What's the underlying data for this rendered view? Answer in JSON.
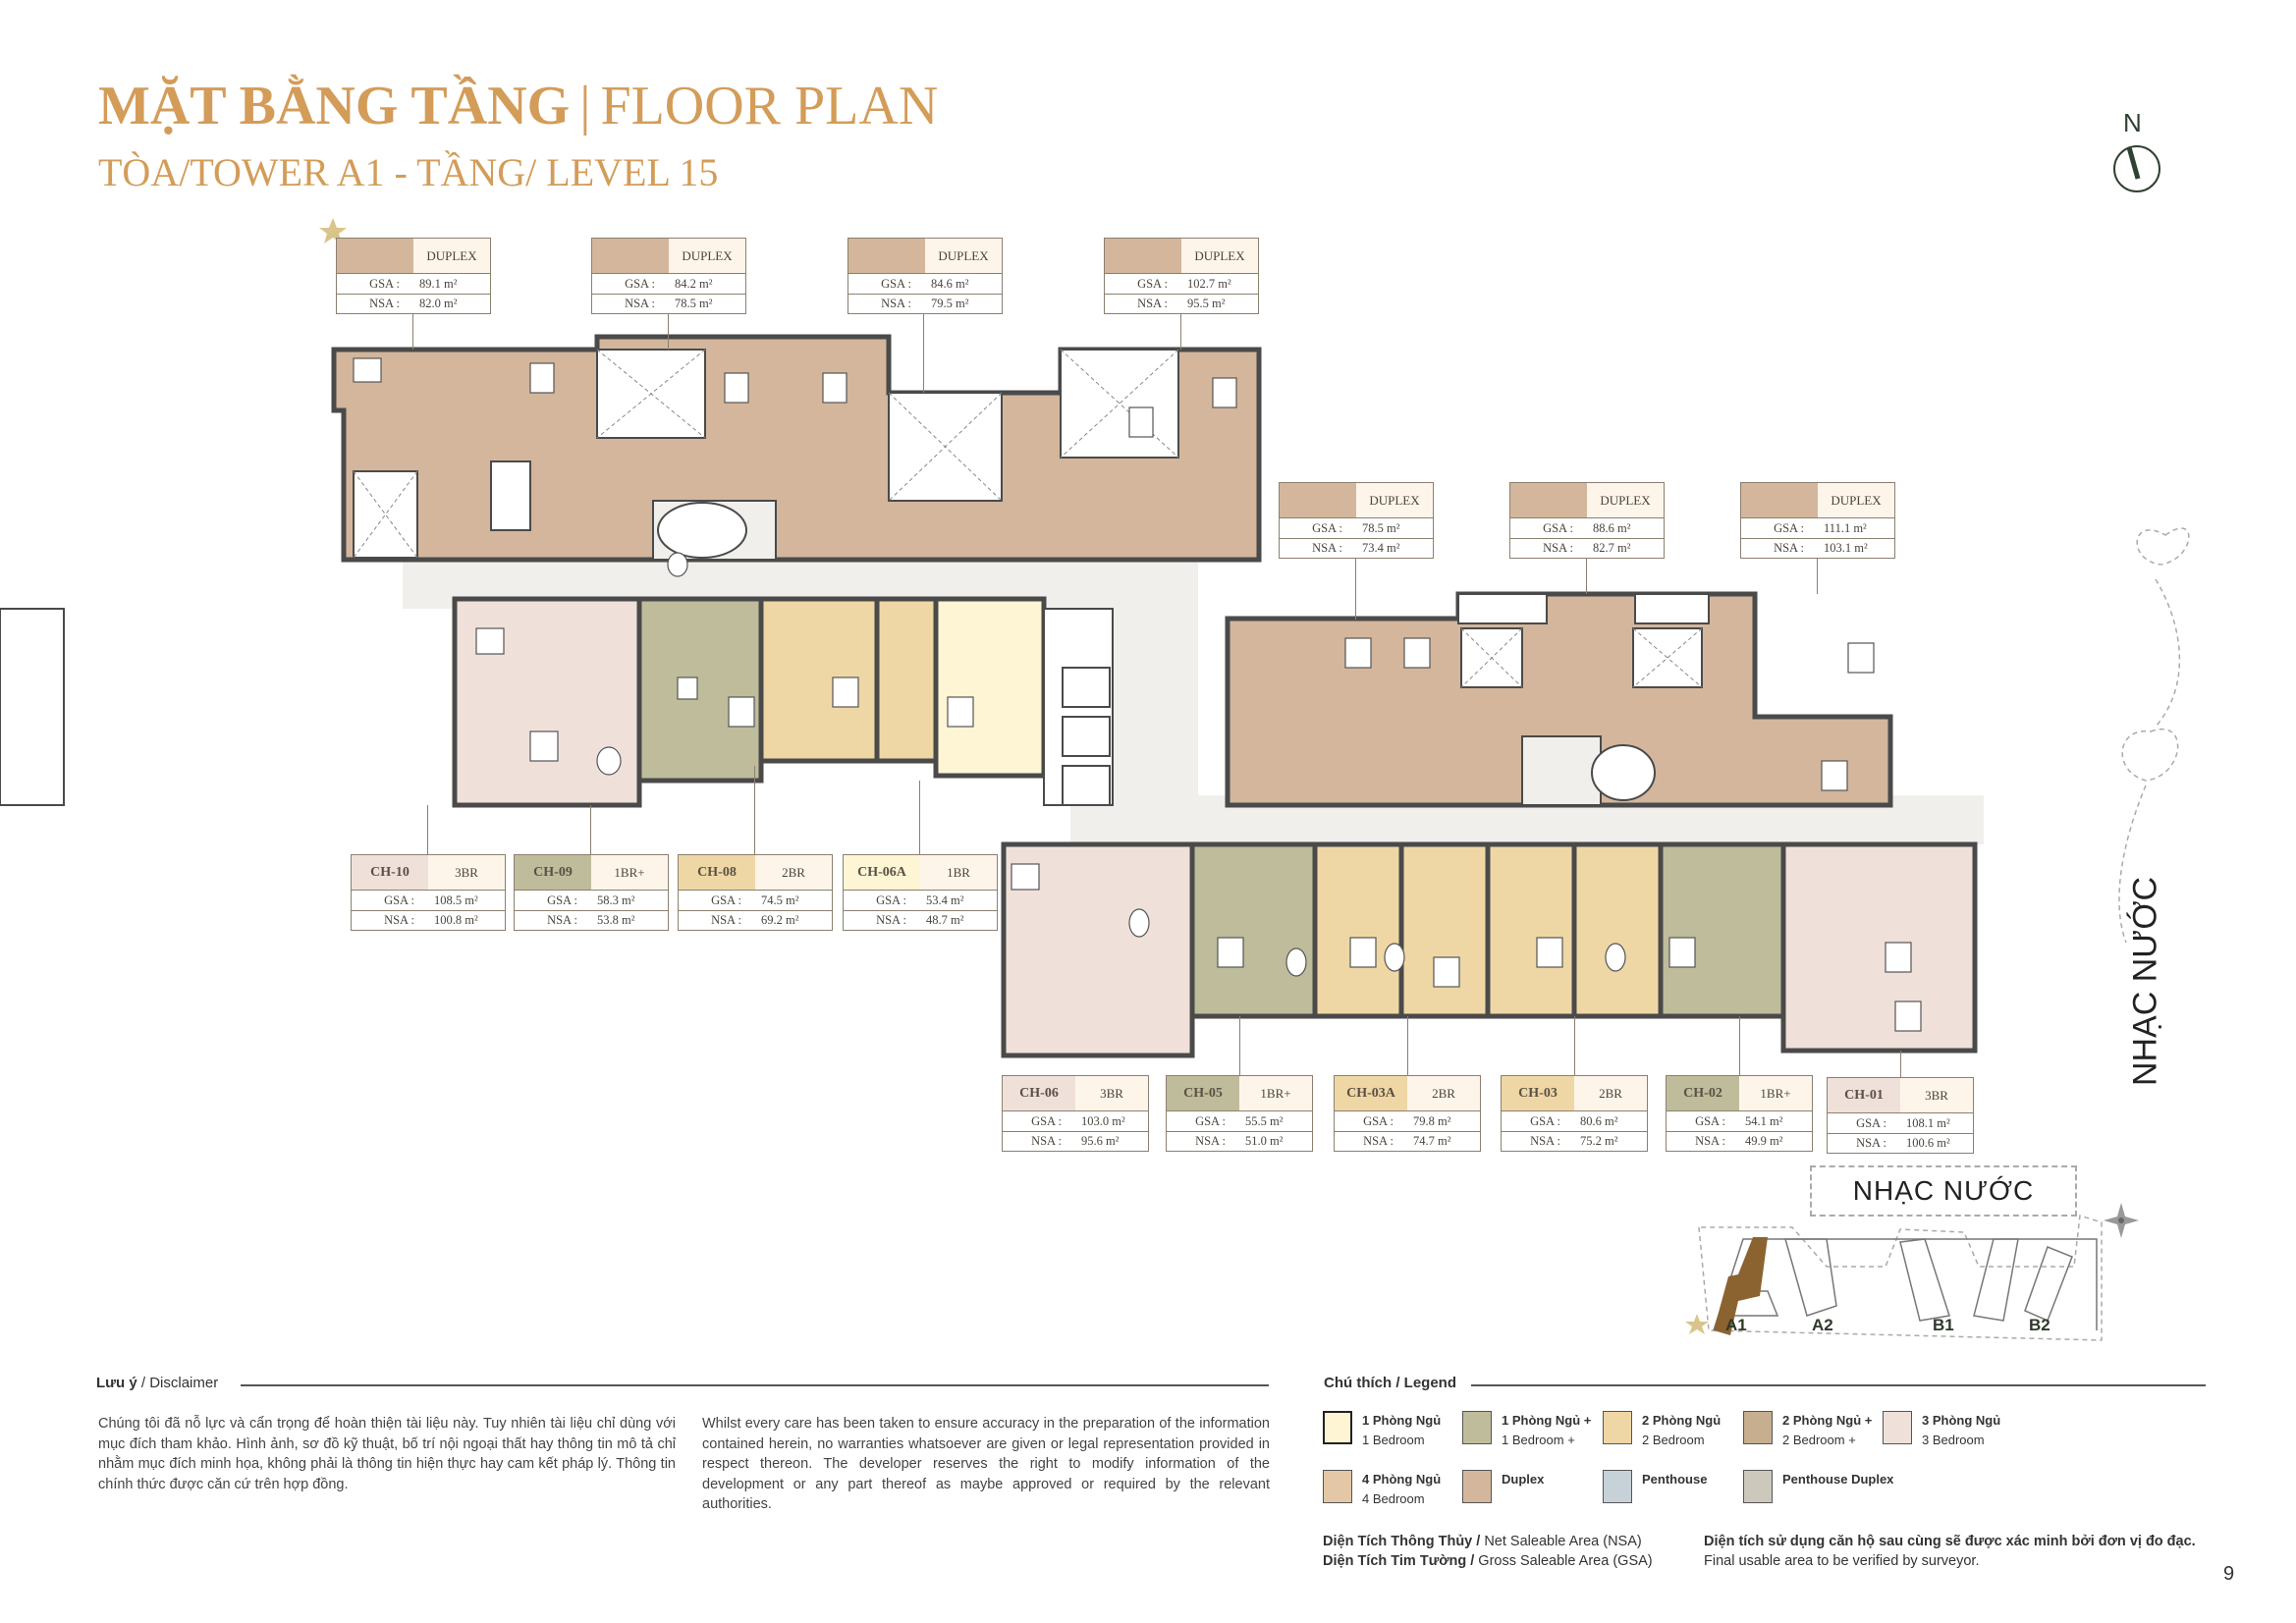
{
  "header": {
    "title_vi": "MẶT BẰNG TẦNG",
    "title_sep": "|",
    "title_en": "FLOOR PLAN",
    "subtitle": "TÒA/TOWER A1 - TẦNG/ LEVEL 15"
  },
  "north_arrow": {
    "label": "N"
  },
  "labels": {
    "gsa": "GSA :",
    "nsa": "NSA :"
  },
  "units_top": [
    {
      "code": "",
      "type": "DUPLEX",
      "gsa": "89.1 m²",
      "nsa": "82.0 m²",
      "color": "#d3b69c",
      "starred": true
    },
    {
      "code": "",
      "type": "DUPLEX",
      "gsa": "84.2 m²",
      "nsa": "78.5 m²",
      "color": "#d3b69c"
    },
    {
      "code": "",
      "type": "DUPLEX",
      "gsa": "84.6 m²",
      "nsa": "79.5 m²",
      "color": "#d3b69c"
    },
    {
      "code": "",
      "type": "DUPLEX",
      "gsa": "102.7 m²",
      "nsa": "95.5 m²",
      "color": "#d3b69c"
    }
  ],
  "units_mid_right": [
    {
      "code": "",
      "type": "DUPLEX",
      "gsa": "78.5 m²",
      "nsa": "73.4 m²",
      "color": "#d3b69c"
    },
    {
      "code": "",
      "type": "DUPLEX",
      "gsa": "88.6 m²",
      "nsa": "82.7 m²",
      "color": "#d3b69c"
    },
    {
      "code": "",
      "type": "DUPLEX",
      "gsa": "111.1 m²",
      "nsa": "103.1 m²",
      "color": "#d3b69c"
    }
  ],
  "units_mid_left": [
    {
      "code": "CH-10",
      "type": "3BR",
      "gsa": "108.5 m²",
      "nsa": "100.8 m²",
      "color": "#efe1d9"
    },
    {
      "code": "CH-09",
      "type": "1BR+",
      "gsa": "58.3 m²",
      "nsa": "53.8 m²",
      "color": "#bfbc9b"
    },
    {
      "code": "CH-08",
      "type": "2BR",
      "gsa": "74.5 m²",
      "nsa": "69.2 m²",
      "color": "#efd7a5"
    },
    {
      "code": "CH-06A",
      "type": "1BR",
      "gsa": "53.4 m²",
      "nsa": "48.7 m²",
      "color": "#fdf5d4"
    }
  ],
  "units_bottom": [
    {
      "code": "CH-06",
      "type": "3BR",
      "gsa": "103.0 m²",
      "nsa": "95.6 m²",
      "color": "#efe1d9"
    },
    {
      "code": "CH-05",
      "type": "1BR+",
      "gsa": "55.5 m²",
      "nsa": "51.0 m²",
      "color": "#bfbc9b"
    },
    {
      "code": "CH-03A",
      "type": "2BR",
      "gsa": "79.8 m²",
      "nsa": "74.7 m²",
      "color": "#efd7a5"
    },
    {
      "code": "CH-03",
      "type": "2BR",
      "gsa": "80.6 m²",
      "nsa": "75.2 m²",
      "color": "#efd7a5"
    },
    {
      "code": "CH-02",
      "type": "1BR+",
      "gsa": "54.1 m²",
      "nsa": "49.9 m²",
      "color": "#bfbc9b"
    },
    {
      "code": "CH-01",
      "type": "3BR",
      "gsa": "108.1 m²",
      "nsa": "100.6 m²",
      "color": "#efe1d9"
    }
  ],
  "site": {
    "fountain_label": "NHẠC NƯỚC",
    "fountain_label_vertical": "NHẠC NƯỚC",
    "towers": [
      "A1",
      "A2",
      "B1",
      "B2"
    ],
    "highlight_color": "#8b6330"
  },
  "disclaimer": {
    "title_vi": "Lưu ý",
    "title_en": "Disclaimer",
    "text_vi": "Chúng tôi đã nỗ lực và cẩn trọng để hoàn thiện tài liệu này. Tuy nhiên tài liệu chỉ dùng với mục đích tham khảo. Hình ảnh, sơ đồ kỹ thuật, bố trí nội ngoại thất hay thông tin mô tả chỉ nhằm mục đích minh họa, không phải là thông tin hiện thực hay cam kết pháp lý. Thông tin chính thức được căn cứ trên hợp đồng.",
    "text_en": "Whilst every care has been taken to ensure accuracy in the preparation of the information contained herein, no warranties whatsoever are given or legal representation provided in respect thereon. The developer reserves the right to modify information of the development or any part thereof as maybe approved or required by the relevant authorities."
  },
  "legend": {
    "title_vi": "Chú thích",
    "title_en": "Legend",
    "items": [
      {
        "vi": "1 Phòng Ngủ",
        "en": "1 Bedroom",
        "color": "#fdf5d4"
      },
      {
        "vi": "1 Phòng Ngủ +",
        "en": "1 Bedroom +",
        "color": "#bfbc9b"
      },
      {
        "vi": "2 Phòng Ngủ",
        "en": "2 Bedroom",
        "color": "#efd7a5"
      },
      {
        "vi": "2 Phòng Ngủ +",
        "en": "2 Bedroom +",
        "color": "#c6ae8e"
      },
      {
        "vi": "3 Phòng Ngủ",
        "en": "3 Bedroom",
        "color": "#efe1d9"
      },
      {
        "vi": "4 Phòng Ngủ",
        "en": "4 Bedroom",
        "color": "#e3c7a6"
      },
      {
        "vi": "Duplex",
        "en": "",
        "color": "#d3b69c"
      },
      {
        "vi": "Penthouse",
        "en": "",
        "color": "#c6d2d8"
      },
      {
        "vi": "Penthouse Duplex",
        "en": "",
        "color": "#ccc8bc"
      }
    ]
  },
  "area_notes": {
    "nsa_vi": "Diện Tích Thông Thủy /",
    "nsa_en": " Net Saleable Area (NSA)",
    "gsa_vi": "Diện Tích Tim Tường /",
    "gsa_en": " Gross Saleable Area (GSA)",
    "final_vi": "Diện tích sử dụng căn hộ sau cùng sẽ được xác minh bởi đơn vị đo đạc.",
    "final_en": "Final usable area to be verified by surveyor."
  },
  "page_number": "9",
  "colors": {
    "title_gold": "#d39c58",
    "wall": "#4a4a4a",
    "corridor": "#f1efec",
    "duplex": "#d3b69c",
    "three_br": "#efe1d9",
    "one_br_plus": "#bfbc9b",
    "two_br": "#efd7a5",
    "one_br": "#fdf5d4"
  }
}
